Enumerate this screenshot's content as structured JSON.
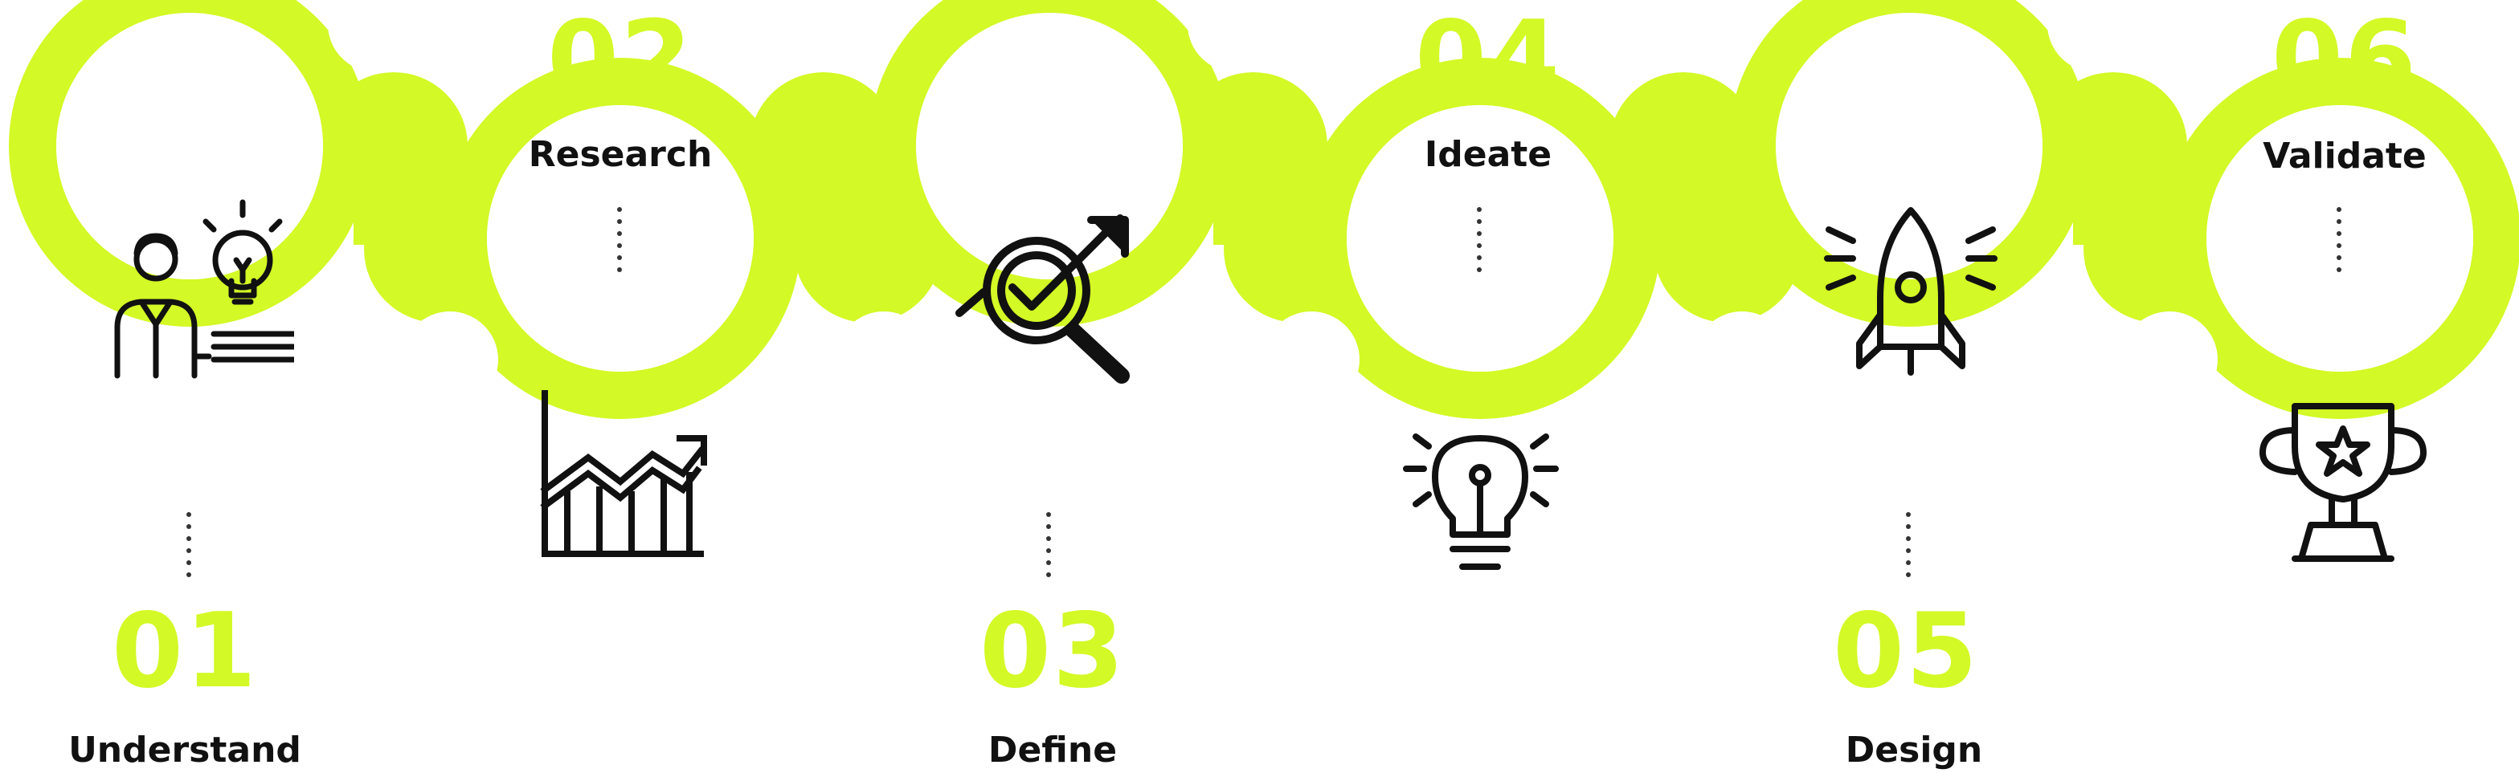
{
  "accent_color": "#d3f926",
  "steps": [
    {
      "number": "01",
      "label": "Understand",
      "icon": "person-lightbulb-icon"
    },
    {
      "number": "02",
      "label": "Research",
      "icon": "growth-chart-icon"
    },
    {
      "number": "03",
      "label": "Define",
      "icon": "magnifier-check-icon"
    },
    {
      "number": "04",
      "label": "Ideate",
      "icon": "lightbulb-icon"
    },
    {
      "number": "05",
      "label": "Design",
      "icon": "rocket-icon"
    },
    {
      "number": "06",
      "label": "Validate",
      "icon": "trophy-icon"
    }
  ]
}
